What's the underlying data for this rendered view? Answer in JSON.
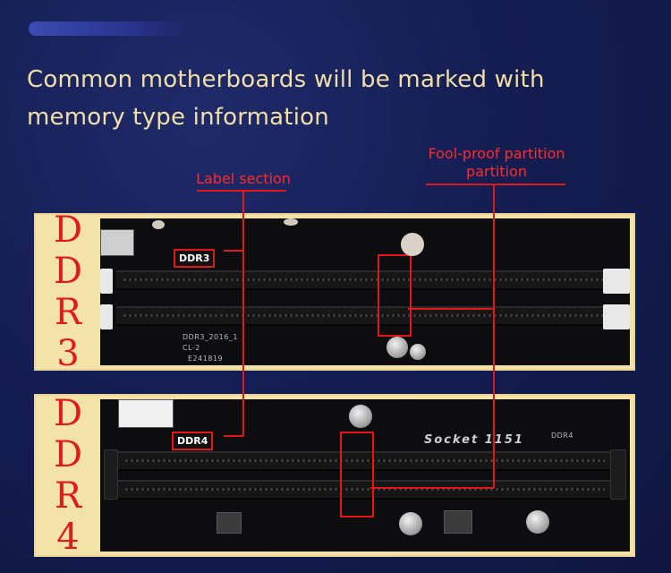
{
  "headline": "Common motherboards will be marked with memory type information",
  "callouts": {
    "label_section": "Label section",
    "fool_proof": "Fool-proof partition partition"
  },
  "panels": [
    {
      "id": "ddr3",
      "side_label": [
        "D",
        "D",
        "R",
        "3"
      ],
      "chip_tag": "DDR3",
      "silk": [
        "DDR3_2016_1",
        "E241819",
        "CL-2"
      ]
    },
    {
      "id": "ddr4",
      "side_label": [
        "D",
        "D",
        "R",
        "4"
      ],
      "chip_tag": "DDR4",
      "socket_text": "Socket 1151",
      "silk": [
        "DDR4"
      ]
    }
  ],
  "colors": {
    "background": "#141d52",
    "headline": "#f1dfa6",
    "accent_red": "#e21a1a",
    "panel": "#f4e3a9"
  }
}
